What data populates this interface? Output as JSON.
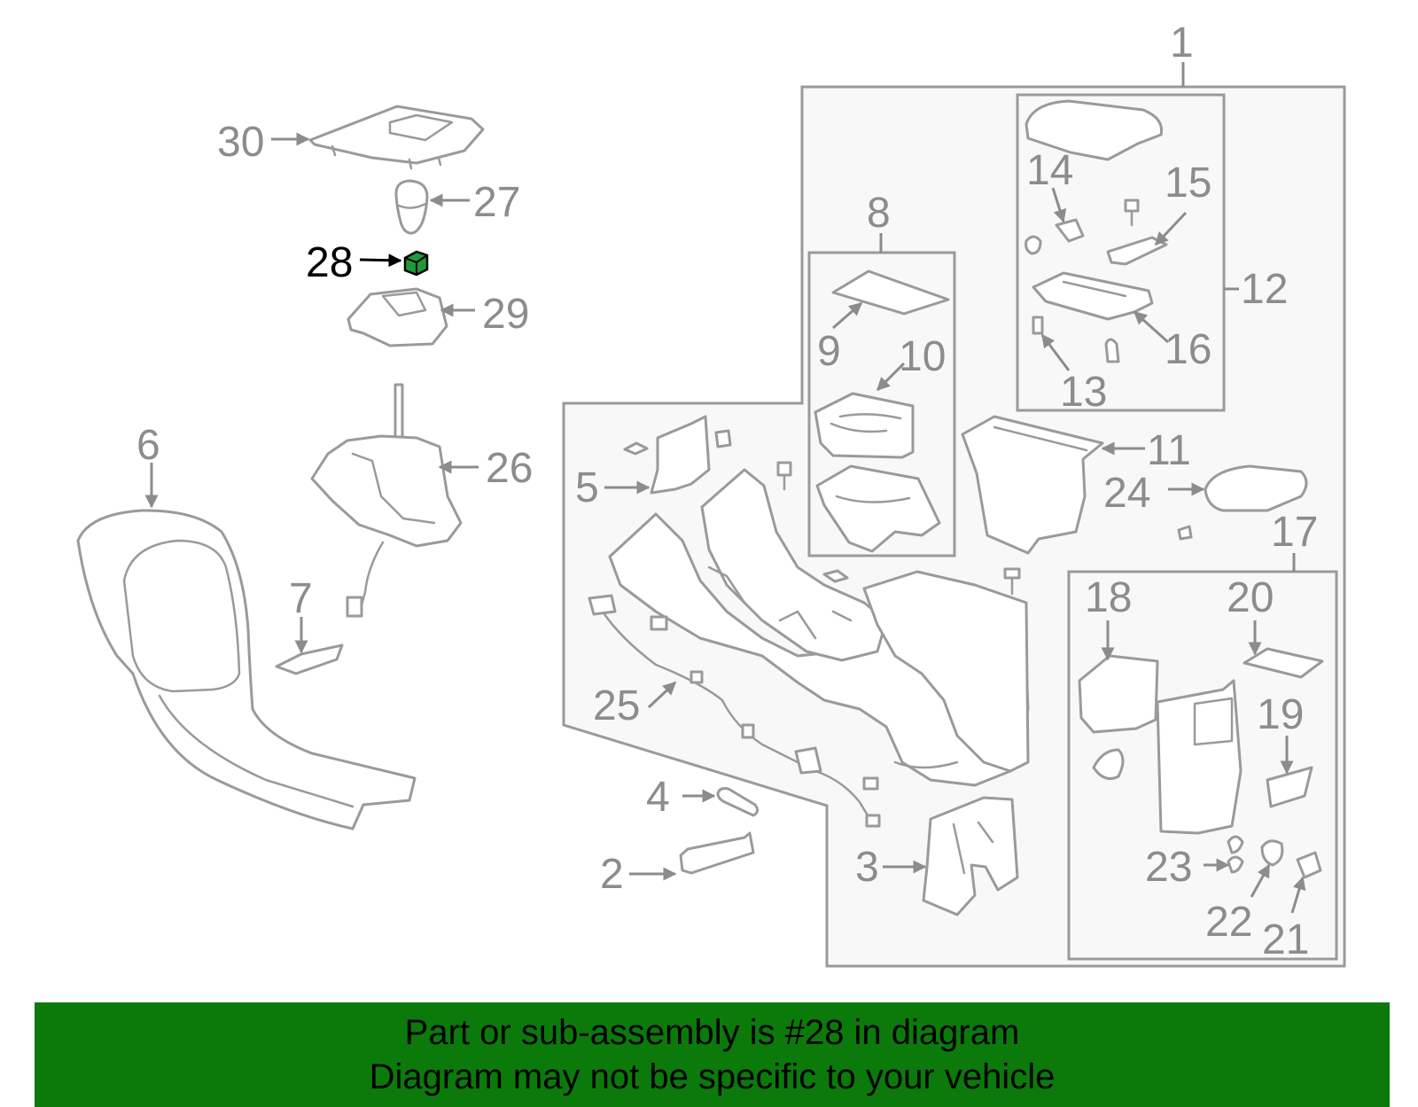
{
  "diagram": {
    "callouts": [
      "1",
      "2",
      "3",
      "4",
      "5",
      "6",
      "7",
      "8",
      "9",
      "10",
      "11",
      "12",
      "13",
      "14",
      "15",
      "16",
      "17",
      "18",
      "19",
      "20",
      "21",
      "22",
      "23",
      "24",
      "25",
      "26",
      "27",
      "28",
      "29",
      "30"
    ],
    "highlighted_part": "28",
    "colors": {
      "highlight_part": "#1f9a3a",
      "line_art": "#9a9a9a",
      "banner_background": "#0b7a0b"
    }
  },
  "banner": {
    "line1": "Part or sub-assembly is #28 in diagram",
    "line2": "Diagram may not be specific to your vehicle"
  }
}
